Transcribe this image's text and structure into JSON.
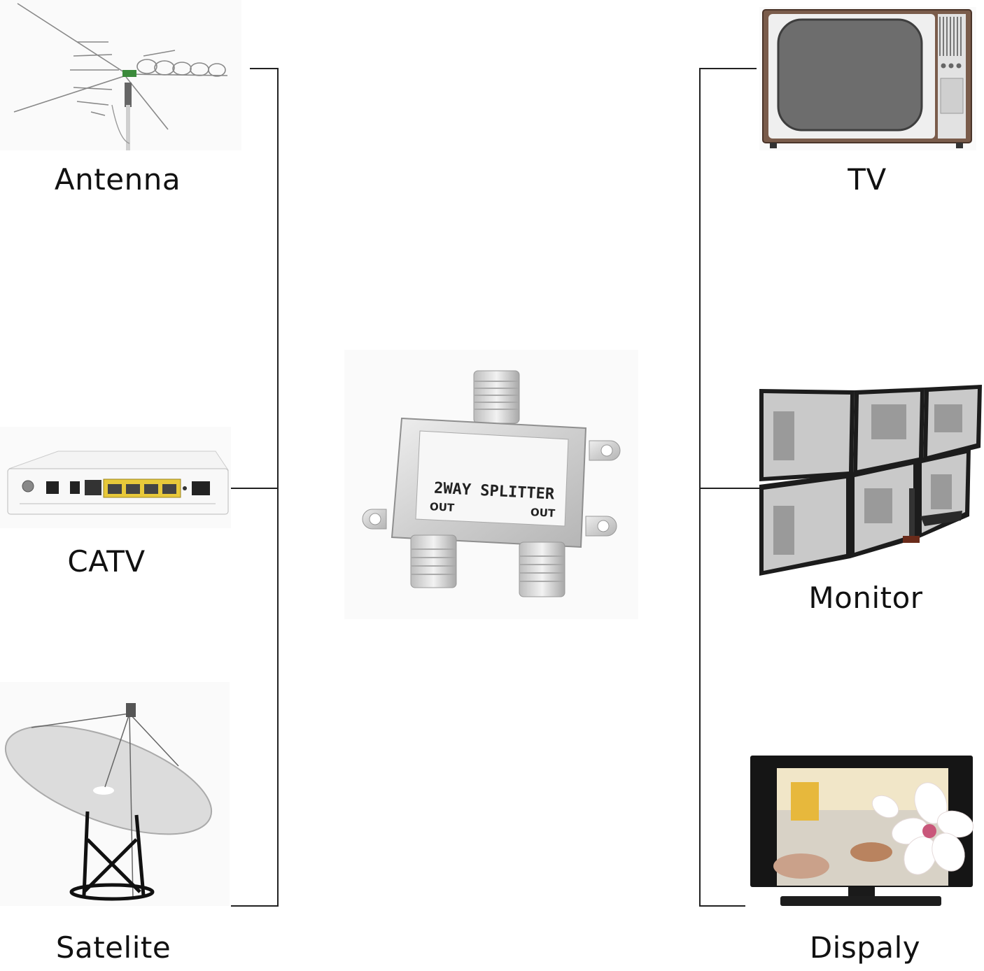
{
  "inputs": [
    {
      "id": "antenna",
      "label": "Antenna",
      "icon": "antenna-icon"
    },
    {
      "id": "catv",
      "label": "CATV",
      "icon": "catv-modem-icon"
    },
    {
      "id": "satelite",
      "label": "Satelite",
      "icon": "satellite-dish-icon"
    }
  ],
  "outputs": [
    {
      "id": "tv",
      "label": "TV",
      "icon": "retro-tv-icon"
    },
    {
      "id": "monitor",
      "label": "Monitor",
      "icon": "monitor-wall-icon"
    },
    {
      "id": "display",
      "label": "Dispaly",
      "icon": "flat-display-icon"
    }
  ],
  "splitter": {
    "title": "2WAY SPLITTER",
    "out_left": "OUT",
    "out_right": "OUT",
    "icon": "coax-splitter-icon"
  },
  "colors": {
    "line": "#222222",
    "splitter_metal": "#d6d6d6",
    "port_yellow": "#e8c93a"
  }
}
